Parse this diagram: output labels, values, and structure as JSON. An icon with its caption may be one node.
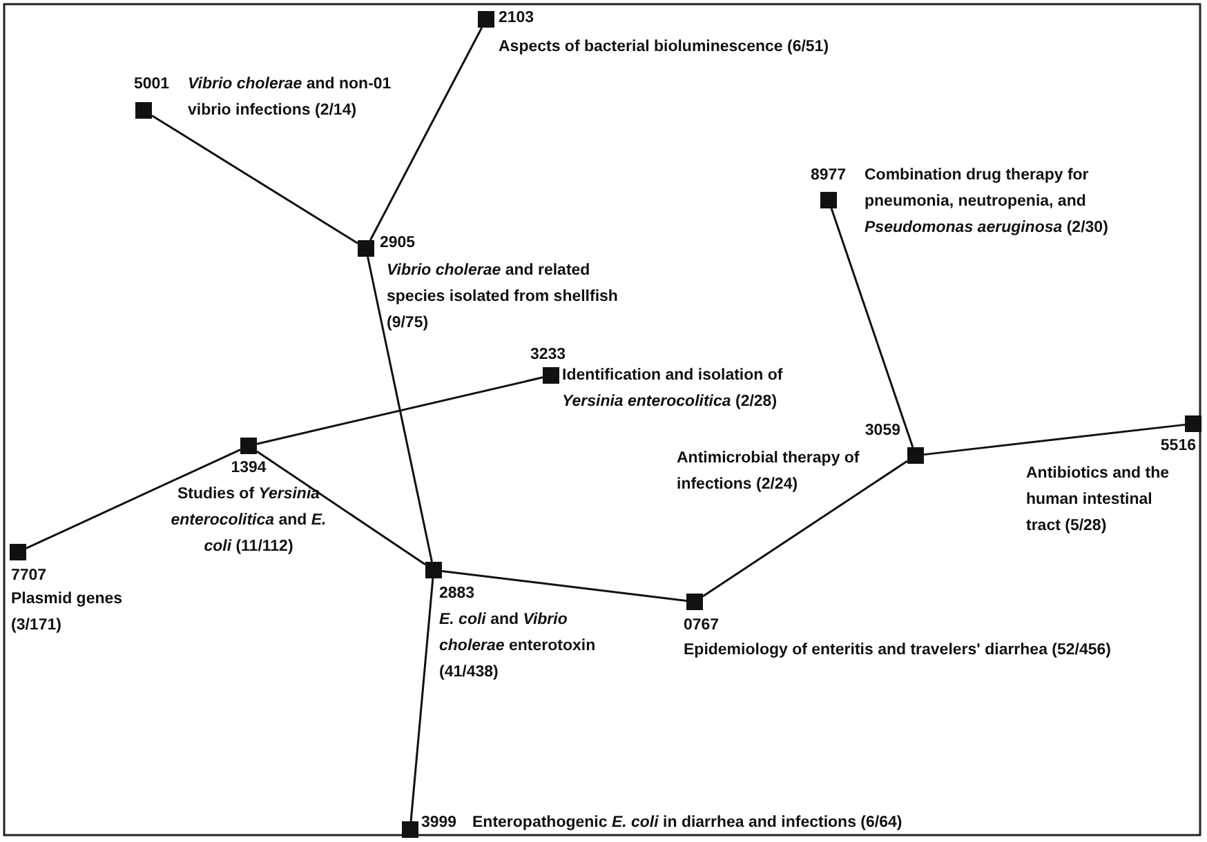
{
  "diagram": {
    "nodes": [
      {
        "text": [],
        "shape": "box",
        "beside": [
          "2103",
          "Aspects of bacterial bioluminescence (6/51)"
        ]
      },
      {
        "text": [],
        "shape": "box",
        "beside": [
          "5001",
          "*Vibrio cholerae* and non-01 vibrio infections (2/14)"
        ]
      },
      {
        "text": [],
        "shape": "box",
        "beside": [
          "2905",
          "*Vibrio cholerae* and related species isolated from shellfish (9/75)"
        ]
      },
      {
        "text": [],
        "shape": "box",
        "beside": [
          "3233",
          "Identification and isolation of *Yersinia enterocolitica* (2/28)"
        ]
      },
      {
        "text": [],
        "shape": "box",
        "beside": [
          "8977",
          "Combination drug therapy for pneumonia, neutropenia, and *Pseudomonas aeruginosa* (2/30)"
        ]
      },
      {
        "text": [],
        "shape": "box",
        "beside": [
          "1394",
          "Studies of *Yersinia enterocolitica* and *E. coli* (11/112)"
        ]
      },
      {
        "text": [],
        "shape": "box",
        "beside": [
          "3059",
          "Antimicrobial therapy of infections (2/24)"
        ]
      },
      {
        "text": [],
        "shape": "box",
        "beside": [
          "5516",
          "Antibiotics and the human intestinal tract (5/28)"
        ]
      },
      {
        "text": [],
        "shape": "box",
        "beside": [
          "7707",
          "Plasmid genes (3/171)"
        ]
      },
      {
        "text": [],
        "shape": "box",
        "beside": [
          "2883",
          "*E. coli* and *Vibrio cholerae* enterotoxin (41/438)"
        ]
      },
      {
        "text": [],
        "shape": "box",
        "beside": [
          "0767",
          "Epidemiology of enteritis and travelers' diarrhea (52/456)"
        ]
      },
      {
        "text": [],
        "shape": "box",
        "beside": [
          "3999",
          "Enteropathogenic *E. coli* in diarrhea and infections (6/64)"
        ]
      }
    ],
    "edges": [
      {
        "from": 1,
        "to": 2,
        "arrow": "none"
      },
      {
        "from": 0,
        "to": 2,
        "arrow": "none"
      },
      {
        "from": 2,
        "to": 9,
        "arrow": "none"
      },
      {
        "from": 5,
        "to": 3,
        "arrow": "none"
      },
      {
        "from": 8,
        "to": 5,
        "arrow": "none"
      },
      {
        "from": 5,
        "to": 9,
        "arrow": "none"
      },
      {
        "from": 9,
        "to": 10,
        "arrow": "none"
      },
      {
        "from": 10,
        "to": 6,
        "arrow": "none"
      },
      {
        "from": 4,
        "to": 6,
        "arrow": "none"
      },
      {
        "from": 6,
        "to": 7,
        "arrow": "none"
      },
      {
        "from": 9,
        "to": 11,
        "arrow": "none"
      }
    ]
  }
}
